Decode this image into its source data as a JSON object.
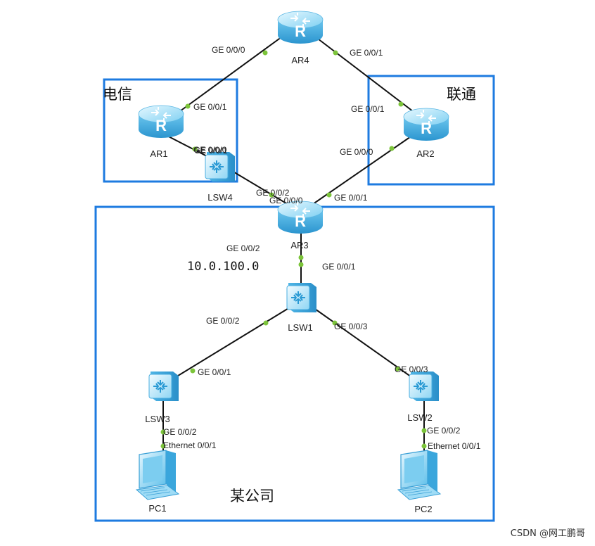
{
  "zones": {
    "telecom": "电信",
    "unicom": "联通",
    "company": "某公司"
  },
  "devices": {
    "ar4": "AR4",
    "ar1": "AR1",
    "ar2": "AR2",
    "ar3": "AR3",
    "lsw4": "LSW4",
    "lsw1": "LSW1",
    "lsw3": "LSW3",
    "lsw2": "LSW2",
    "pc1": "PC1",
    "pc2": "PC2"
  },
  "network_label": "10.0.100.0",
  "ports": {
    "ar4_ge000": "GE 0/0/0",
    "ar4_ge001": "GE 0/0/1",
    "ar1_ge001": "GE 0/0/1",
    "ar1_ge000": "GE 0/0/0",
    "lsw4_ge001": "GE 0/0/1",
    "ar2_ge001": "GE 0/0/1",
    "ar2_ge000": "GE 0/0/0",
    "lsw4_ge002": "GE 0/0/2",
    "ar3_ge000": "GE 0/0/0",
    "ar3_ge001": "GE 0/0/1",
    "ar3_ge002": "GE 0/0/2",
    "lsw1_ge001": "GE 0/0/1",
    "lsw1_ge002": "GE 0/0/2",
    "lsw1_ge003": "GE 0/0/3",
    "lsw3_ge001": "GE 0/0/1",
    "lsw3_ge002": "GE 0/0/2",
    "pc1_eth": "Ethernet 0/0/1",
    "lsw2_ge003": "GE 0/0/3",
    "lsw2_ge002": "GE 0/0/2",
    "pc2_eth": "Ethernet 0/0/1"
  },
  "watermark": "CSDN @网工鹏哥",
  "colors": {
    "zone_border": "#1e7be0",
    "link": "#111111",
    "port_dot": "#7cc43a",
    "device_light": "#bfe9fb",
    "device_dark": "#3aa6dc"
  }
}
